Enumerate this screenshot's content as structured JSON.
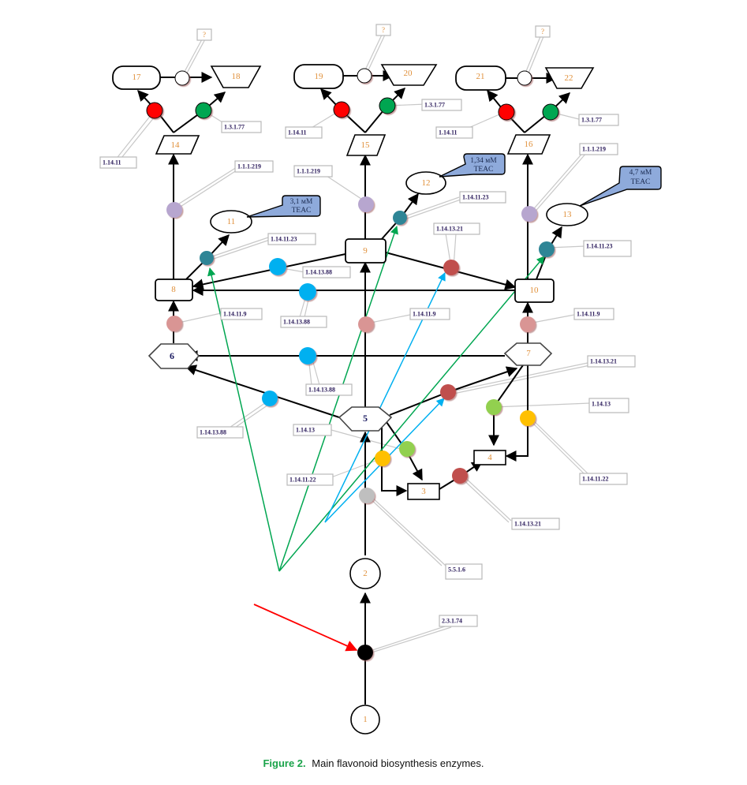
{
  "caption": {
    "figure_label": "Figure 2.",
    "text": "Main flavonoid biosynthesis enzymes."
  },
  "colors": {
    "ec_1_14_11": "#ff0000",
    "ec_1_3_1_77": "#00a651",
    "ec_1_1_1_219": "#b7a6cf",
    "ec_1_14_11_23": "#2e8596",
    "ec_1_14_13_88": "#00b0f0",
    "ec_1_14_13_21": "#c0504d",
    "ec_1_14_11_9": "#d99594",
    "ec_1_14_13": "#92d050",
    "ec_1_14_11_22": "#ffc000",
    "ec_5_5_1_6": "#bfbfbf",
    "ec_2_3_1_74": "#000000",
    "unknown": "#ffffff",
    "green_arrow": "#00a651",
    "blue_arrow": "#00b0f0",
    "red_arrow": "#ff0000",
    "callout_fill": "#8eaadb"
  },
  "nodes": [
    {
      "id": "1",
      "label": "1",
      "shape": "circle"
    },
    {
      "id": "2",
      "label": "2",
      "shape": "circle"
    },
    {
      "id": "3",
      "label": "3",
      "shape": "rect"
    },
    {
      "id": "4",
      "label": "4",
      "shape": "rect"
    },
    {
      "id": "5",
      "label": "5",
      "shape": "hexagon"
    },
    {
      "id": "6",
      "label": "6",
      "shape": "hexagon"
    },
    {
      "id": "7",
      "label": "7",
      "shape": "hexagon"
    },
    {
      "id": "8",
      "label": "8",
      "shape": "rounded-rect"
    },
    {
      "id": "9",
      "label": "9",
      "shape": "rounded-rect"
    },
    {
      "id": "10",
      "label": "10",
      "shape": "rounded-rect"
    },
    {
      "id": "11",
      "label": "11",
      "shape": "ellipse"
    },
    {
      "id": "12",
      "label": "12",
      "shape": "ellipse"
    },
    {
      "id": "13",
      "label": "13",
      "shape": "ellipse"
    },
    {
      "id": "14",
      "label": "14",
      "shape": "parallelogram"
    },
    {
      "id": "15",
      "label": "15",
      "shape": "parallelogram"
    },
    {
      "id": "16",
      "label": "16",
      "shape": "parallelogram"
    },
    {
      "id": "17",
      "label": "17",
      "shape": "stadium"
    },
    {
      "id": "18",
      "label": "18",
      "shape": "trapezoid"
    },
    {
      "id": "19",
      "label": "19",
      "shape": "stadium"
    },
    {
      "id": "20",
      "label": "20",
      "shape": "trapezoid"
    },
    {
      "id": "21",
      "label": "21",
      "shape": "stadium"
    },
    {
      "id": "22",
      "label": "22",
      "shape": "trapezoid"
    }
  ],
  "enzyme_labels": {
    "ec_2_3_1_74": "2.3.1.74",
    "ec_5_5_1_6": "5.5.1.6",
    "ec_1_14_11_22": "1.14.11.22",
    "ec_1_14_13": "1.14.13",
    "ec_1_14_13_21": "1.14.13.21",
    "ec_1_14_13_88": "1.14.13.88",
    "ec_1_14_11_9": "1.14.11.9",
    "ec_1_14_11_23": "1.14.11.23",
    "ec_1_1_1_219": "1.1.1.219",
    "ec_1_14_11": "1.14.11",
    "ec_1_3_1_77": "1.3.1.77",
    "unknown": "?"
  },
  "callouts": [
    {
      "target": "11",
      "line1": "3,1 мM",
      "line2": "TEAC"
    },
    {
      "target": "12",
      "line1": "1,34 мM",
      "line2": "TEAC"
    },
    {
      "target": "13",
      "line1": "4,7 мM",
      "line2": "TEAC"
    }
  ]
}
